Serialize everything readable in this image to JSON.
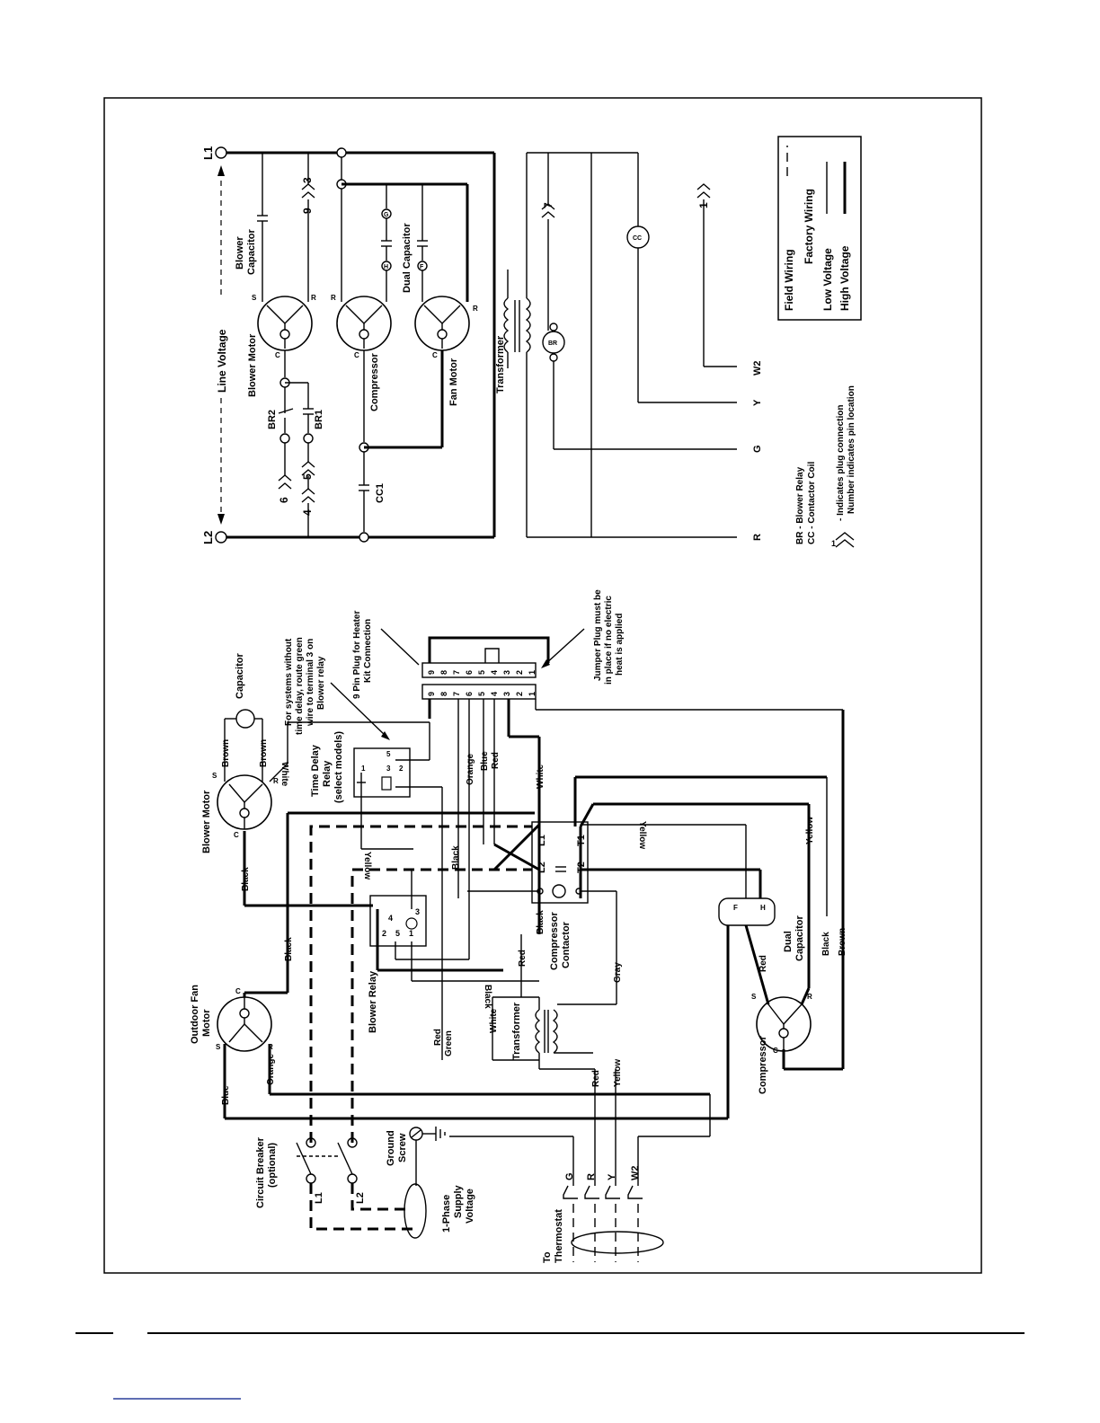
{
  "schematic": {
    "l1": "L1",
    "l2": "L2",
    "line_voltage": "Line Voltage",
    "blower_capacitor": [
      "Blower",
      "Capacitor"
    ],
    "blower_motor": "Blower Motor",
    "compressor": "Compressor",
    "fan_motor": "Fan Motor",
    "dual_capacitor": "Dual Capacitor",
    "transformer": "Transformer",
    "br2": "BR2",
    "br1": "BR1",
    "cc1": "CC1",
    "br": "BR",
    "cc": "CC",
    "plug_9_3": "9",
    "plug_3": "3",
    "plug_7": "7",
    "plug_1": "1",
    "plug_6": "6",
    "plug_5": "5",
    "plug_4": "4",
    "terminal_r": "R",
    "terminal_g": "G",
    "terminal_y": "Y",
    "terminal_w2": "W2",
    "motor_s": "S",
    "motor_r": "R",
    "motor_c": "C",
    "pin_letters": [
      "G",
      "H",
      "F",
      "L1",
      "L2",
      "T2",
      "T1"
    ],
    "pin_numbers": [
      "5",
      "2",
      "4",
      "1",
      "3"
    ]
  },
  "legend": {
    "field_wiring": "Field Wiring",
    "factory_wiring": "Factory Wiring",
    "low_voltage": "Low Voltage",
    "high_voltage": "High Voltage"
  },
  "abbreviations": {
    "br": "BR - Blower Relay",
    "cc": "CC - Contactor Coil",
    "plug_line1": "- Indicates plug connection",
    "plug_line2": "Number indicates pin location",
    "plug_symbol_number": "1"
  },
  "wiring": {
    "to_thermostat": [
      "To",
      "Thermostat"
    ],
    "thermostat_terminals": [
      "G",
      "R",
      "Y",
      "W2"
    ],
    "supply_voltage": [
      "1-Phase",
      "Supply",
      "Voltage"
    ],
    "circuit_breaker": [
      "Circuit Breaker",
      "(optional)"
    ],
    "ground_screw": [
      "Ground",
      "Screw"
    ],
    "l1": "L1",
    "l2": "L2",
    "outdoor_fan_motor": [
      "Outdoor Fan",
      "Motor"
    ],
    "blower_motor": "Blower Motor",
    "capacitor": "Capacitor",
    "time_delay_relay": [
      "Time Delay",
      "Relay",
      "(select models)"
    ],
    "note_no_time_delay": [
      "For systems without",
      "time delay, route green",
      "wire to terminal 3 on",
      "Blower relay"
    ],
    "nine_pin_plug": [
      "9 Pin Plug for Heater",
      "Kit Connection"
    ],
    "jumper_plug": [
      "Jumper Plug must be",
      "in place if no electric",
      "heat is applied"
    ],
    "blower_relay": "Blower Relay",
    "compressor_contactor": [
      "Compressor",
      "Contactor"
    ],
    "transformer": "Transformer",
    "compressor": "Compressor",
    "dual_capacitor": [
      "Dual",
      "Capacitor"
    ],
    "contactor_terminals": [
      "L1",
      "L2",
      "T2",
      "T1"
    ],
    "plug_pins": [
      "9",
      "8",
      "7",
      "6",
      "5",
      "4",
      "3",
      "2",
      "1"
    ],
    "wire_colors": {
      "blue": "Blue",
      "orange": "Orange",
      "black": "Black",
      "brown": "Brown",
      "white": "White",
      "yellow": "Yellow",
      "red": "Red",
      "green": "Green",
      "gray": "Gray"
    }
  }
}
